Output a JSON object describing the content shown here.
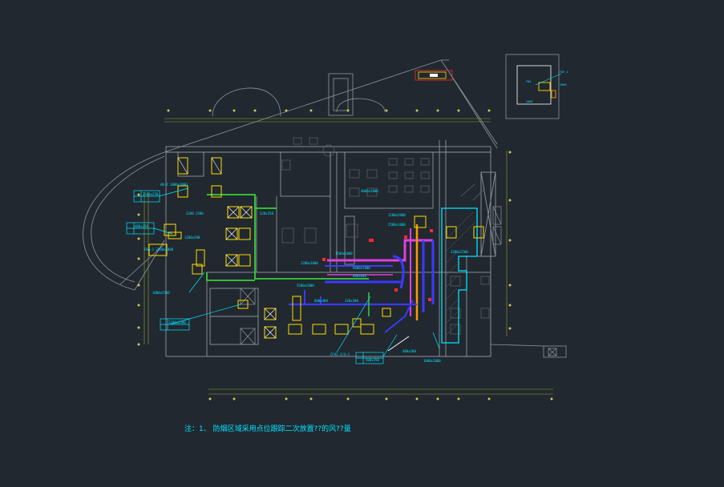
{
  "drawing": {
    "colors": {
      "background": "#212830",
      "wall": "#8f959b",
      "wall_dim": "#5f656b",
      "cyan": "#00e5ff",
      "yellow": "#ffdc00",
      "green": "#38d038",
      "magenta": "#e040e0",
      "blue": "#3a3aff",
      "orange": "#ff9a00",
      "red": "#ff2a2a",
      "grid": "#9aa035"
    },
    "labels": {
      "lab_a1": "AB-2 3000x3000",
      "lab_a2": "3200 2500",
      "lab_b1": "2500x250",
      "lab_b2": "400x250",
      "lab_c1": "FHA-1 2500x2000",
      "lab_c2": "1200x200",
      "lab_c3": "1000x2500",
      "lab_d1": "1200x2500",
      "lab_e1": "320x250",
      "lab_f1": "4000x2000",
      "lab_g1": "1200x2000",
      "lab_h1": "2500x1000",
      "lab_i1": "1500x1000",
      "lab_j1": "1200x2000",
      "lab_k1": "6000x1000",
      "lab_l1": "800x600",
      "lab_m1": "2500x2000",
      "lab_n1": "600x400",
      "lab_o1": "320x200",
      "lab_p1": "3200x2500",
      "lab_q1": "CFAC-1/4-2",
      "lab_r1": "400x200",
      "lab_s1": "1000x1000",
      "lab_t1": "500x250"
    },
    "note": "注：1、 防烟区域采用点位跟踪二次放置??的风??量"
  }
}
